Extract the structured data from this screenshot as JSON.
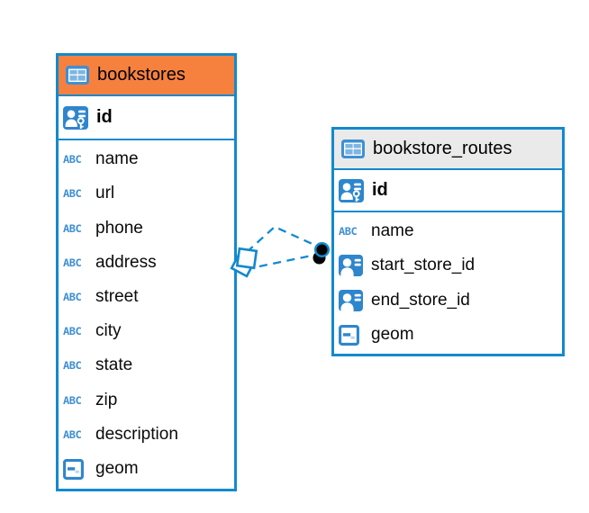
{
  "app": {
    "view": "er-diagram"
  },
  "colors": {
    "accent_blue": "#1389CE",
    "icon_blue": "#2E86CC",
    "bookstores_header": "#F6813F",
    "routes_header": "#EAEAEA",
    "text": "#000000"
  },
  "abc_icon_label": "ABC",
  "diagram": {
    "tables": [
      {
        "name": "bookstores",
        "header_color": "#F6813F",
        "columns": [
          {
            "name": "id",
            "icon": "primary-key"
          },
          {
            "name": "name",
            "icon": "text"
          },
          {
            "name": "url",
            "icon": "text"
          },
          {
            "name": "phone",
            "icon": "text"
          },
          {
            "name": "address",
            "icon": "text"
          },
          {
            "name": "street",
            "icon": "text"
          },
          {
            "name": "city",
            "icon": "text"
          },
          {
            "name": "state",
            "icon": "text"
          },
          {
            "name": "zip",
            "icon": "text"
          },
          {
            "name": "description",
            "icon": "text"
          },
          {
            "name": "geom",
            "icon": "geometry"
          }
        ]
      },
      {
        "name": "bookstore_routes",
        "header_color": "#EAEAEA",
        "columns": [
          {
            "name": "id",
            "icon": "primary-key"
          },
          {
            "name": "name",
            "icon": "text"
          },
          {
            "name": "start_store_id",
            "icon": "foreign-key"
          },
          {
            "name": "end_store_id",
            "icon": "foreign-key"
          },
          {
            "name": "geom",
            "icon": "geometry"
          }
        ]
      }
    ],
    "relationships": [
      {
        "from_table": "bookstores",
        "to_table": "bookstore_routes",
        "edge_count": 2,
        "line_style": "dashed",
        "source_marker": "stacked-squares",
        "target_marker": "stacked-circles"
      }
    ]
  }
}
